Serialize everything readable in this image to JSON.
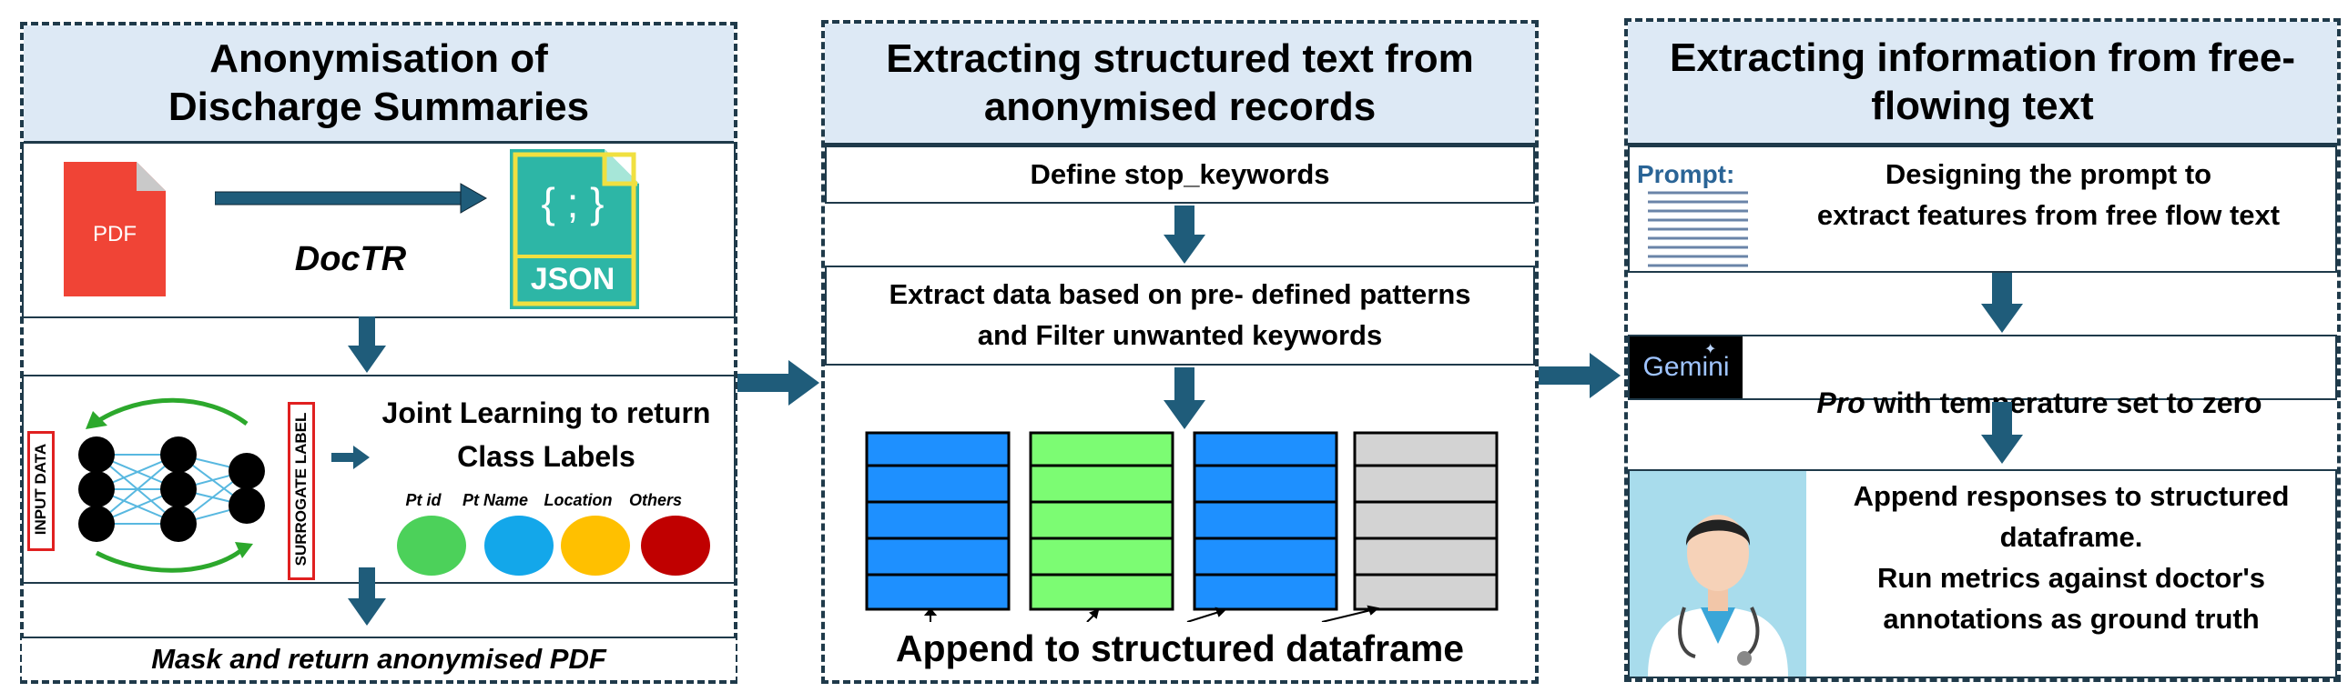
{
  "panel1": {
    "title": "Anonymisation of\nDischarge Summaries",
    "pdf_label": "PDF",
    "doctr_label": "DocTR",
    "json_label": "JSON",
    "json_braces": "{ ; }",
    "input_label": "INPUT DATA",
    "surrogate_label": "SURROGATE LABEL",
    "joint_text": "Joint Learning  to return\nClass Labels",
    "classes": [
      {
        "label": "Pt id",
        "color": "#4cd15a"
      },
      {
        "label": "Pt Name",
        "color": "#13a7ea"
      },
      {
        "label": "Location",
        "color": "#ffc000"
      },
      {
        "label": "Others",
        "color": "#c00000"
      }
    ],
    "mask_text": "Mask and return anonymised PDF"
  },
  "panel2": {
    "title": "Extracting structured text from\nanonymised records",
    "box1": "Define stop_keywords",
    "box2": "Extract data based on  pre- defined patterns\nand Filter unwanted keywords",
    "table_colors": [
      "#1e90ff",
      "#7cfc73",
      "#1e90ff",
      "#d3d3d3"
    ],
    "append_text": "Append to structured dataframe"
  },
  "panel3": {
    "title": "Extracting information from free-\nflowing text",
    "prompt_label": "Prompt:",
    "prompt_text": "Designing the prompt to\nextract  features from free flow text",
    "gemini_label": "Gemini",
    "gemini_italic": "Pro",
    "gemini_rest": " with temperature set to zero",
    "final_text": "Append responses to structured\ndataframe.\nRun metrics against doctor's\nannotations as ground truth"
  },
  "colors": {
    "arrow": "#1f5c7a",
    "border": "#1f3a4a",
    "title_bg": "#dde9f5"
  }
}
